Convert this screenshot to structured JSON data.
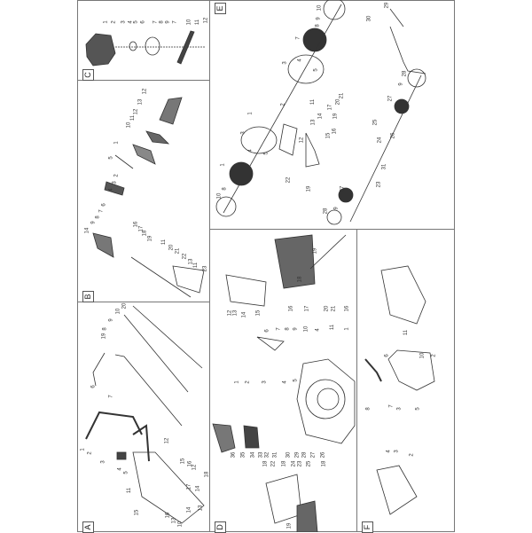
{
  "sections": {
    "C": {
      "letter": "C",
      "labels": [
        "1",
        "2",
        "3",
        "4",
        "5",
        "6",
        "7",
        "8",
        "9",
        "7",
        "10",
        "11",
        "12"
      ]
    },
    "B": {
      "letter": "B",
      "labels": [
        "12",
        "13",
        "12",
        "11",
        "10",
        "1",
        "5",
        "2",
        "3",
        "4",
        "6",
        "7",
        "8",
        "9",
        "14",
        "16",
        "17",
        "18",
        "19",
        "11",
        "20",
        "21",
        "22",
        "13",
        "11",
        "23"
      ]
    },
    "A": {
      "letter": "A",
      "labels": [
        "20",
        "10",
        "9",
        "8",
        "19",
        "6",
        "7",
        "1",
        "2",
        "3",
        "4",
        "5",
        "12",
        "11",
        "15",
        "16",
        "12",
        "18",
        "17",
        "14",
        "13",
        "15",
        "16",
        "13",
        "10",
        "14"
      ]
    },
    "E": {
      "letter": "E",
      "labels": [
        "10",
        "9",
        "8",
        "7",
        "4",
        "3",
        "5",
        "11",
        "2",
        "1",
        "3",
        "4",
        "5",
        "1",
        "8",
        "10",
        "30",
        "29",
        "28",
        "9",
        "27",
        "21",
        "20",
        "19",
        "14",
        "13",
        "12",
        "17",
        "16",
        "15",
        "22",
        "19",
        "27",
        "9",
        "28",
        "25",
        "24",
        "26",
        "31",
        "23"
      ]
    },
    "D": {
      "letter": "D",
      "labels": [
        "19",
        "18",
        "12",
        "13",
        "14",
        "15",
        "16",
        "17",
        "20",
        "21",
        "16",
        "6",
        "7",
        "8",
        "9",
        "10",
        "4",
        "11",
        "1",
        "1",
        "2",
        "3",
        "4",
        "5",
        "36",
        "35",
        "34",
        "33",
        "32",
        "31",
        "30",
        "29",
        "28",
        "27",
        "26",
        "18",
        "22",
        "18",
        "24",
        "23",
        "25",
        "18",
        "19"
      ]
    },
    "F": {
      "letter": "F",
      "labels": [
        "11",
        "6",
        "10",
        "2",
        "8",
        "7",
        "3",
        "5",
        "4",
        "3",
        "2"
      ]
    }
  },
  "colors": {
    "line": "#333333",
    "frame": "#777777",
    "background": "#ffffff"
  }
}
